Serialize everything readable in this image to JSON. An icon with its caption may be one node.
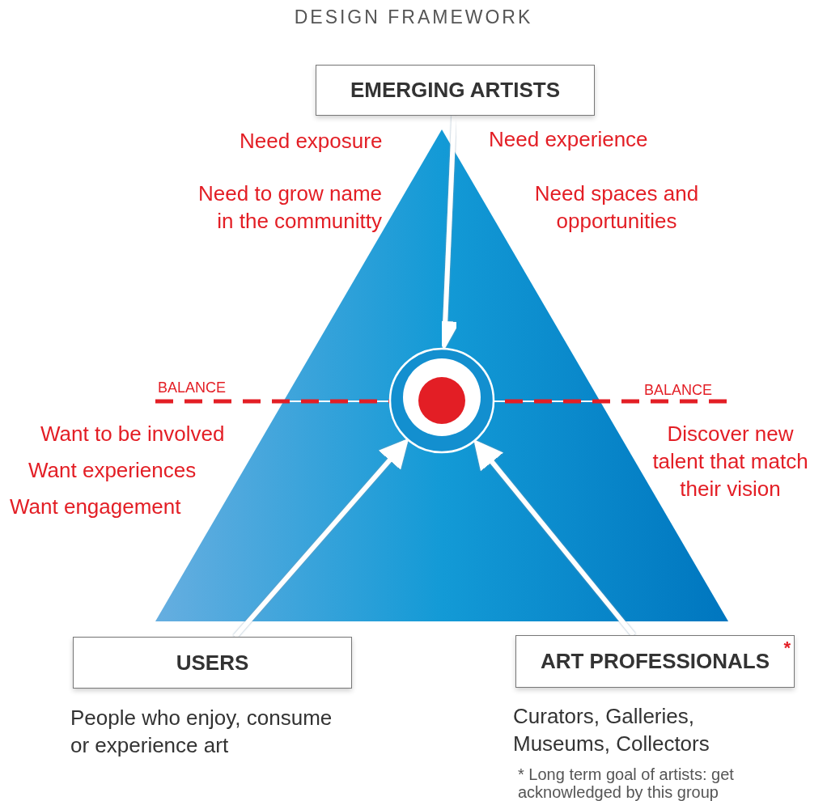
{
  "diagram": {
    "title": "DESIGN FRAMEWORK",
    "nodes": [
      {
        "text": [
          "EMERGING ARTISTS"
        ]
      },
      {
        "text": [],
        "shape": "circle"
      },
      {
        "text": [
          "USERS"
        ],
        "beside": [
          "People who enjoy, consume or experience art"
        ]
      },
      {
        "text": [
          "ART PROFESSIONALS$^{*}$"
        ],
        "beside": [
          "Curators, Galleries, Museums, Collectors"
        ]
      }
    ],
    "edges": [
      {
        "from": 0,
        "to": 1,
        "arrow": "to"
      },
      {
        "from": 2,
        "to": 1,
        "arrow": "to"
      },
      {
        "from": 3,
        "to": 1,
        "arrow": "to"
      }
    ],
    "labels": [
      "Need exposure",
      "Need experience",
      "Need to grow name in the communitty",
      "Need spaces and opportunities",
      "BALANCE",
      "BALANCE",
      "Want to be involved",
      "Discover new talent that match their vision",
      "Want experiences",
      "Want engagement",
      "* Long term goal of artists: get acknowledged by this group"
    ]
  }
}
